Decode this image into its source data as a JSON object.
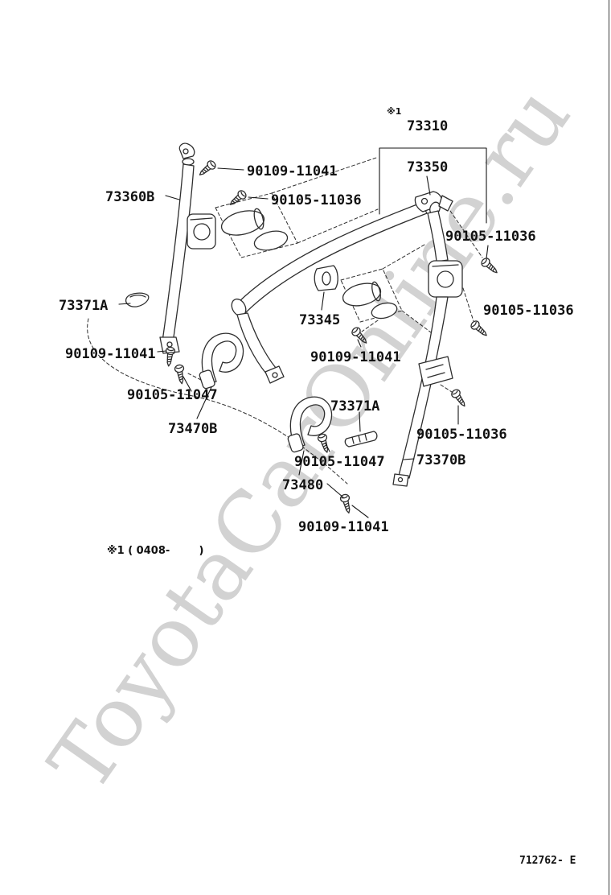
{
  "watermark": "ToyotaCarOnline.ru",
  "page": {
    "ref_marker": "※1",
    "note": "※1 ( 0408-        )",
    "drawing_code": "712762- E"
  },
  "part_labels": [
    {
      "part_number": "73310"
    },
    {
      "part_number": "73350"
    },
    {
      "part_number": "90109-11041"
    },
    {
      "part_number": "90105-11036"
    },
    {
      "part_number": "73360B"
    },
    {
      "part_number": "90105-11036"
    },
    {
      "part_number": "73371A"
    },
    {
      "part_number": "90105-11036"
    },
    {
      "part_number": "73345"
    },
    {
      "part_number": "90109-11041"
    },
    {
      "part_number": "90109-11041"
    },
    {
      "part_number": "90105-11047"
    },
    {
      "part_number": "73371A"
    },
    {
      "part_number": "73470B"
    },
    {
      "part_number": "90105-11036"
    },
    {
      "part_number": "90105-11047"
    },
    {
      "part_number": "73370B"
    },
    {
      "part_number": "73480"
    },
    {
      "part_number": "90109-11041"
    }
  ]
}
